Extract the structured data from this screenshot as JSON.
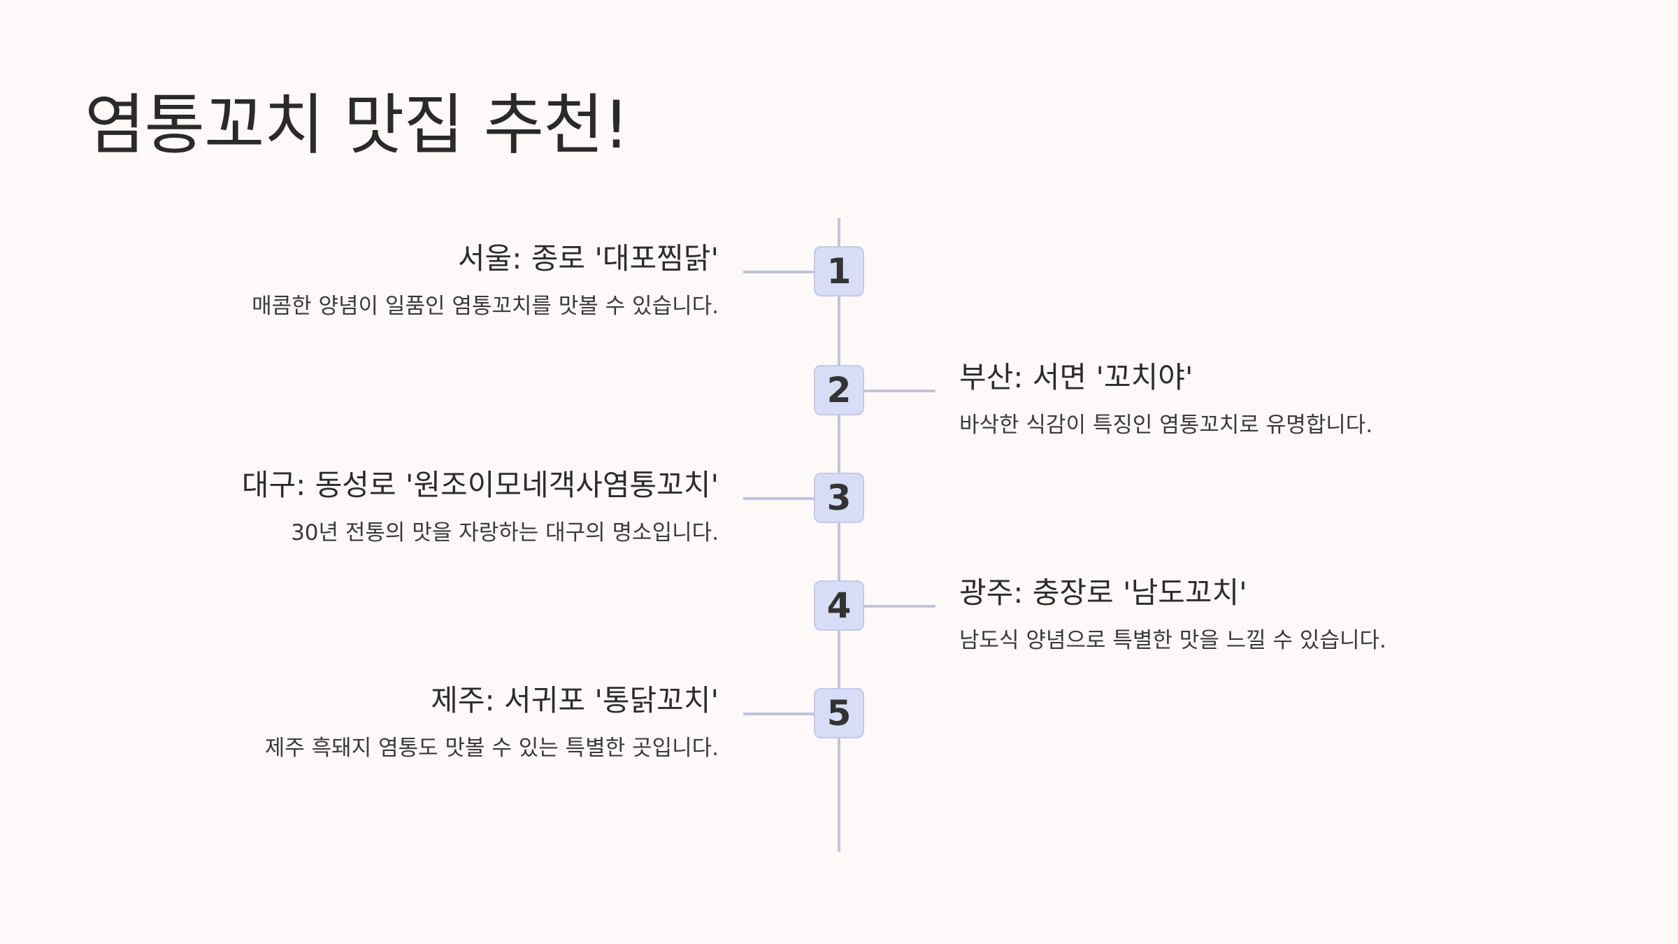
{
  "title": "염통꼬치 맛집 추천!",
  "items": [
    {
      "number": "1",
      "heading": "서울: 종로 '대포찜닭'",
      "description": "매콤한 양념이 일품인 염통꼬치를 맛볼 수 있습니다.",
      "side": "left"
    },
    {
      "number": "2",
      "heading": "부산: 서면 '꼬치야'",
      "description": "바삭한 식감이 특징인 염통꼬치로 유명합니다.",
      "side": "right"
    },
    {
      "number": "3",
      "heading": "대구: 동성로 '원조이모네객사염통꼬치'",
      "description": "30년 전통의 맛을 자랑하는 대구의 명소입니다.",
      "side": "left"
    },
    {
      "number": "4",
      "heading": "광주: 충장로 '남도꼬치'",
      "description": "남도식 양념으로 특별한 맛을 느낄 수 있습니다.",
      "side": "right"
    },
    {
      "number": "5",
      "heading": "제주: 서귀포 '통닭꼬치'",
      "description": "제주 흑돼지 염통도 맛볼 수 있는 특별한 곳입니다.",
      "side": "left"
    }
  ],
  "colors": {
    "background": "#fdf9f8",
    "line": "#c0c5dc",
    "marker_fill": "#d7ddf6",
    "marker_border": "#c3c9ea",
    "text": "#2b2b2b"
  }
}
